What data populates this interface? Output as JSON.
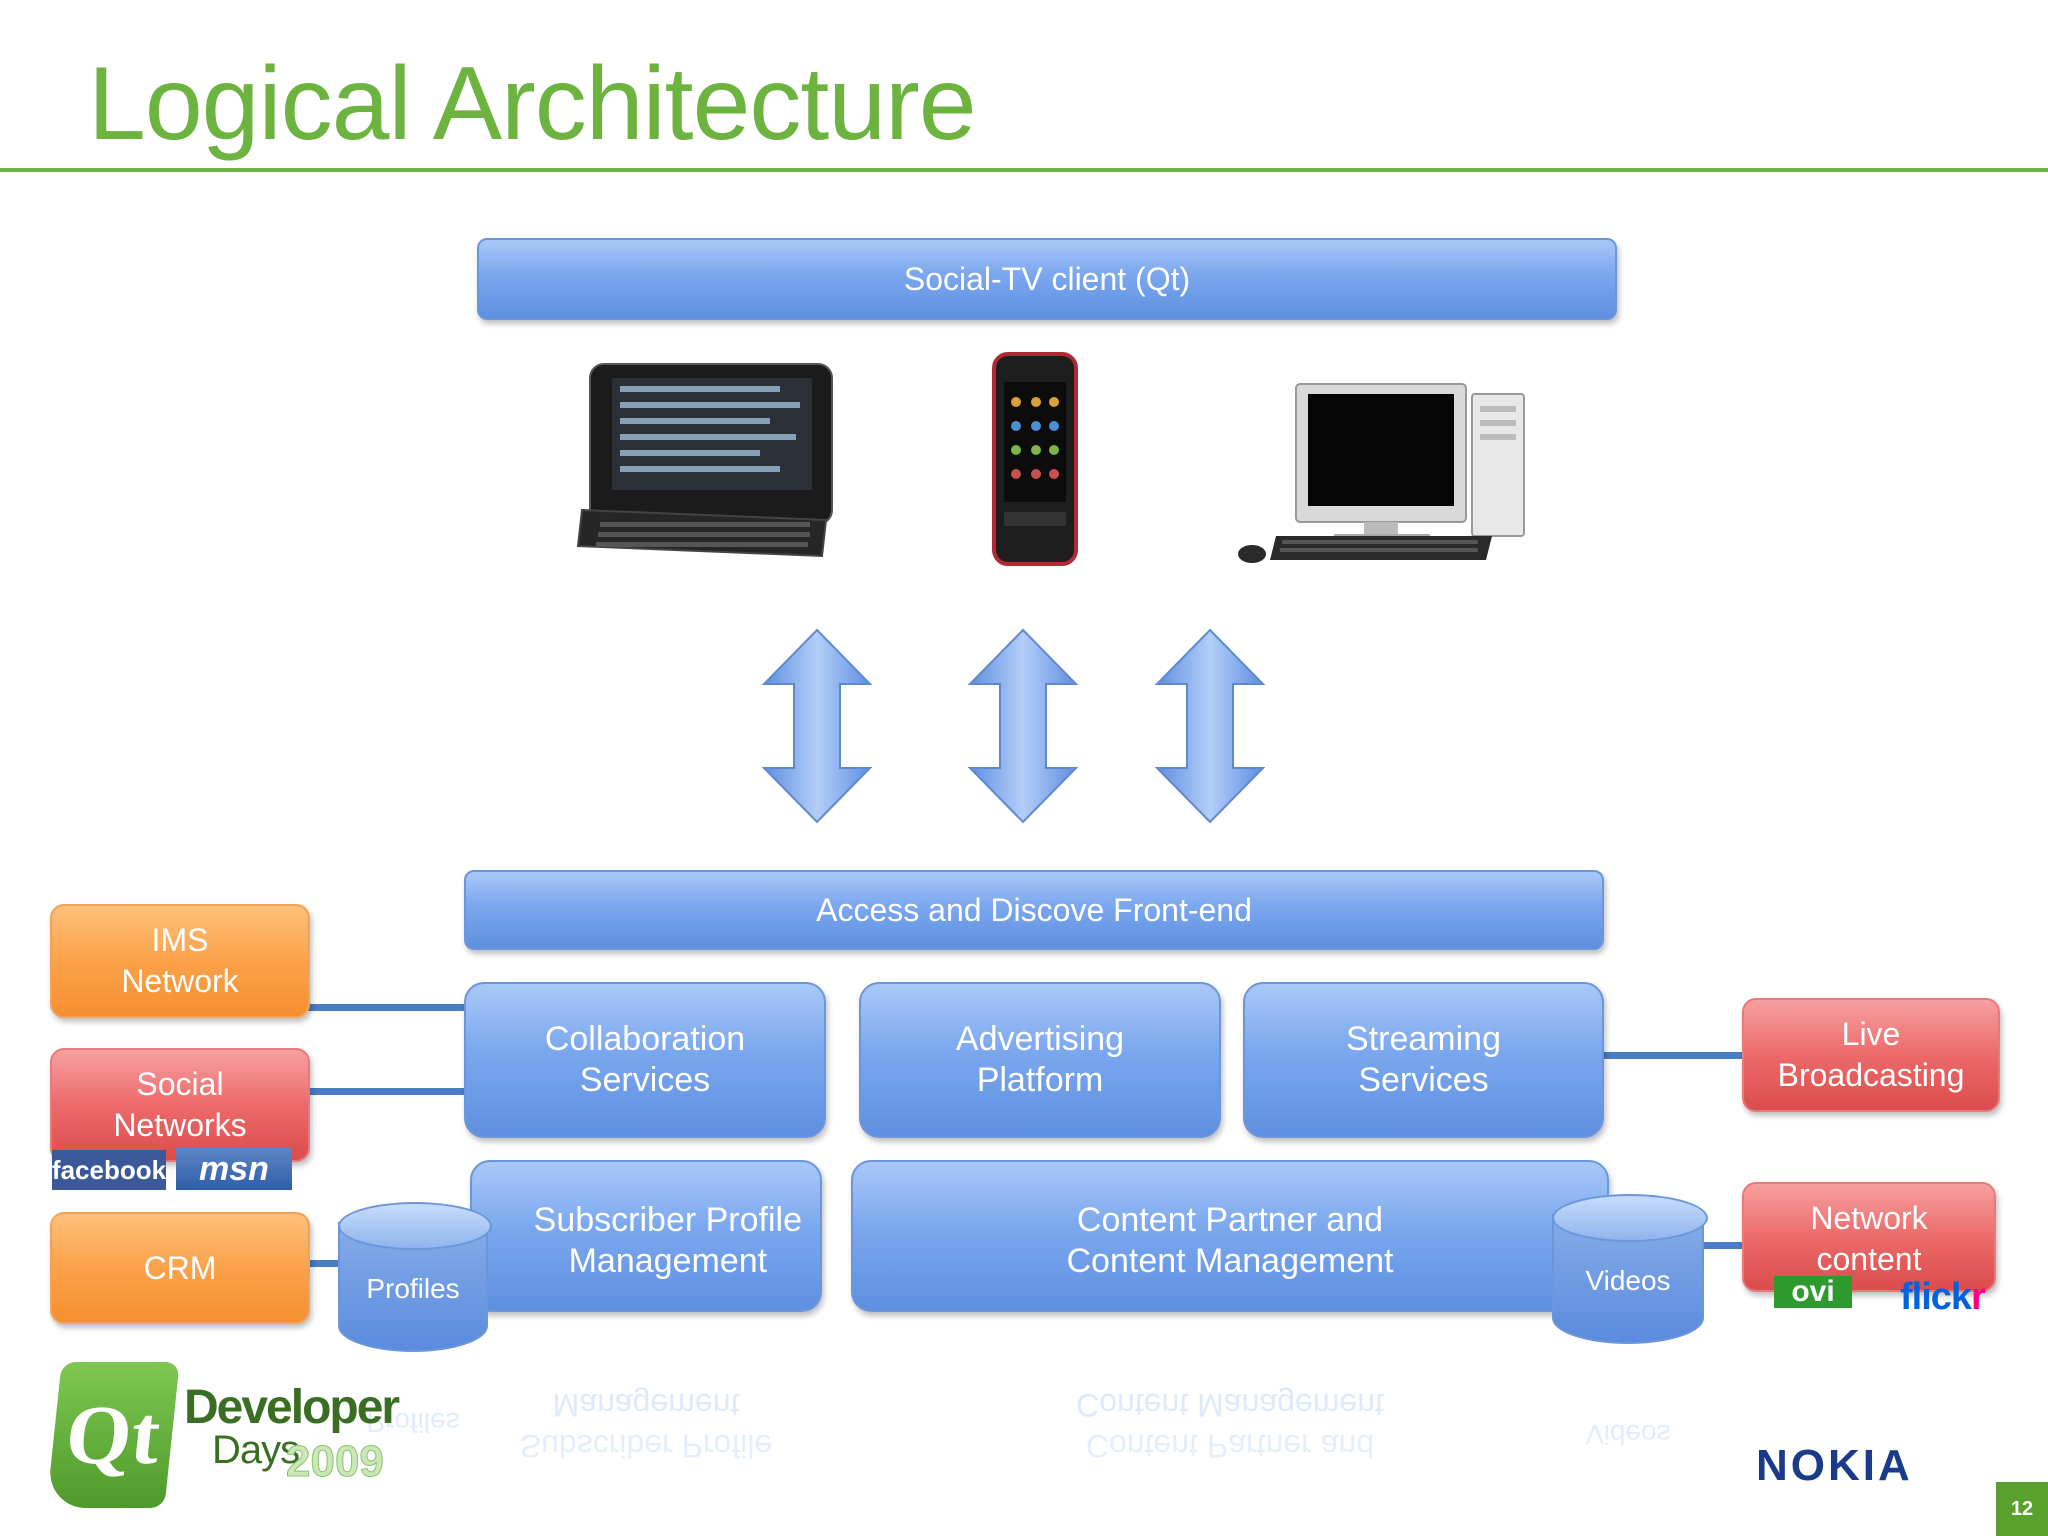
{
  "title": "Logical Architecture",
  "client_box": "Social-TV client (Qt)",
  "devices": [
    "mobile-internet-tablet",
    "touch-phone",
    "desktop-pc"
  ],
  "frontend_box": "Access and Discove Front-end",
  "services": {
    "collaboration": "Collaboration\nServices",
    "advertising": "Advertising\nPlatform",
    "streaming": "Streaming\nServices",
    "subscriber_profile": "Subscriber Profile\nManagement",
    "content_partner": "Content Partner and\nContent Management"
  },
  "stores": {
    "profiles": "Profiles",
    "videos": "Videos"
  },
  "external": {
    "ims": "IMS\nNetwork",
    "social": "Social\nNetworks",
    "crm": "CRM",
    "live": "Live\nBroadcasting",
    "network_content": "Network\ncontent"
  },
  "brand_logos": {
    "facebook": "facebook",
    "msn": "msn",
    "ovi": "ovi",
    "flickr_a": "flick",
    "flickr_b": "r",
    "qt": "Qt",
    "dev_developer": "Developer",
    "dev_days": "Days",
    "dev_year": "2009",
    "nokia": "NOKIA"
  },
  "page_number": "12",
  "colors": {
    "title_green": "#6db33f",
    "service_blue": "#5f8fe0",
    "external_orange": "#f58f30",
    "external_red": "#dc4c4c",
    "connector_blue": "#4a7cc8",
    "flickr_blue": "#0063dc",
    "flickr_pink": "#ff0084"
  }
}
